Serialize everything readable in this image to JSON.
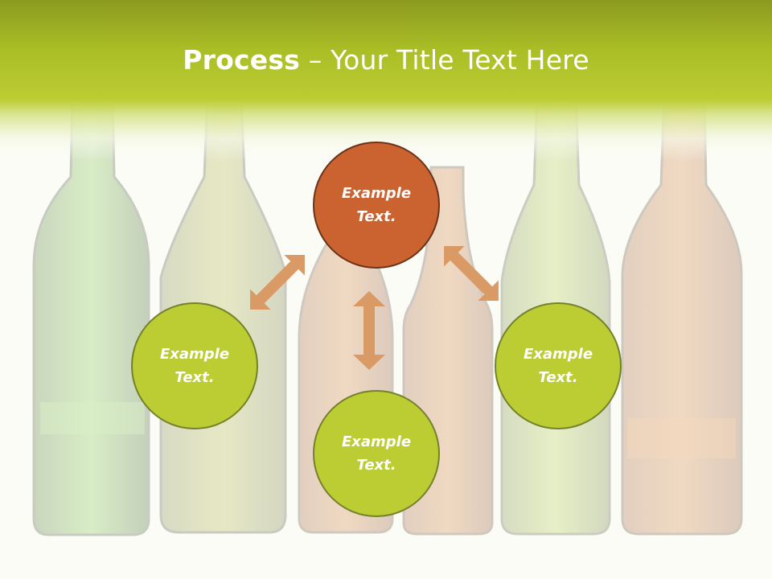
{
  "title": {
    "bold": "Process",
    "rest": " – Your Title Text Here"
  },
  "nodes": [
    {
      "line1": "Example",
      "line2": "Text."
    },
    {
      "line1": "Example",
      "line2": "Text."
    },
    {
      "line1": "Example",
      "line2": "Text."
    },
    {
      "line1": "Example",
      "line2": "Text."
    }
  ],
  "colors": {
    "header_green": "#b9c92c",
    "node_green": "#bccd34",
    "node_orange": "#cb6331",
    "arrow": "#d99a65"
  }
}
